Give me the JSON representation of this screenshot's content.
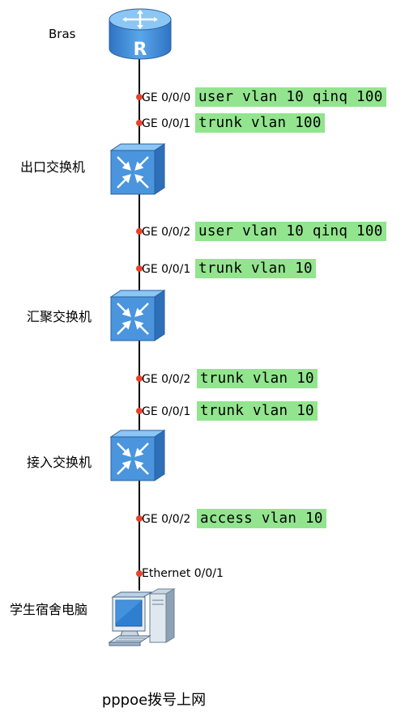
{
  "devices": {
    "bras": {
      "label": "Bras",
      "icon": "router-icon"
    },
    "egress_switch": {
      "label": "出口交换机",
      "icon": "switch-icon"
    },
    "aggregation_switch": {
      "label": "汇聚交换机",
      "icon": "switch-icon"
    },
    "access_switch": {
      "label": "接入交换机",
      "icon": "switch-icon"
    },
    "dorm_pc": {
      "label": "学生宿舍电脑",
      "icon": "pc-icon"
    }
  },
  "links": [
    {
      "port": "GE 0/0/0",
      "config": "user vlan 10 qinq 100"
    },
    {
      "port": "GE 0/0/1",
      "config": "trunk vlan 100"
    },
    {
      "port": "GE 0/0/2",
      "config": "user vlan 10 qinq 100"
    },
    {
      "port": "GE 0/0/1",
      "config": "trunk vlan 10"
    },
    {
      "port": "GE 0/0/2",
      "config": "trunk vlan 10"
    },
    {
      "port": "GE 0/0/1",
      "config": "trunk vlan 10"
    },
    {
      "port": "GE 0/0/2",
      "config": "access vlan 10"
    },
    {
      "port": "Ethernet 0/0/1",
      "config": ""
    }
  ],
  "caption": "pppoe拨号上网",
  "colors": {
    "port_dot": "#e8432a",
    "config_highlight": "#92e58e",
    "device_blue": "#3f8fd6"
  }
}
